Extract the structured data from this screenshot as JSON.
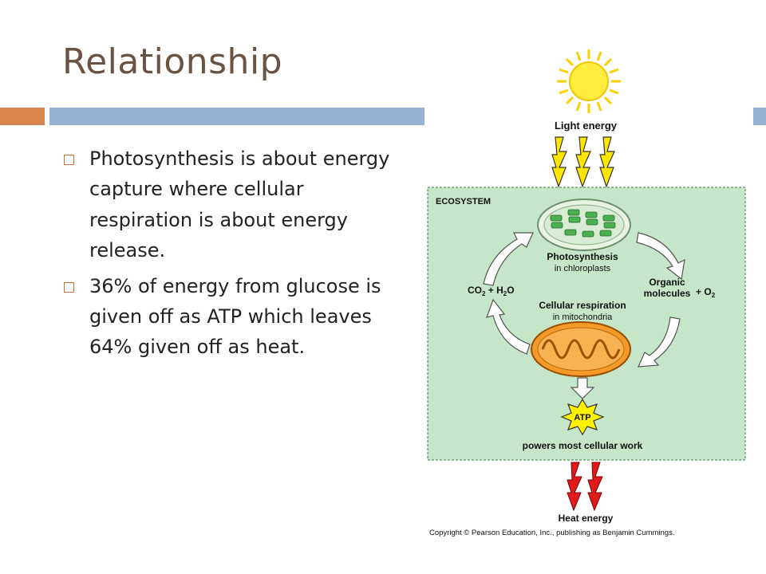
{
  "slide": {
    "title": "Relationship",
    "bullets": [
      "Photosynthesis is about energy capture where cellular respiration is about energy release.",
      "36% of energy from glucose is given off as ATP which leaves 64% given off as heat."
    ]
  },
  "figure": {
    "light_energy": "Light energy",
    "ecosystem": "ECOSYSTEM",
    "photosynthesis": "Photosynthesis",
    "in_chloroplasts": "in chloroplasts",
    "organic": "Organic",
    "molecules": "molecules",
    "o2": "+ O",
    "o2_sub": "2",
    "co2": "CO",
    "co2_sub": "2",
    "plus_h2o": " + H",
    "h2o_sub": "2",
    "h2o_tail": "O",
    "cellular_respiration": "Cellular respiration",
    "in_mitochondria": "in mitochondria",
    "atp": "ATP",
    "powers": "powers most cellular work",
    "heat_energy": "Heat energy",
    "copyright": "Copyright © Pearson Education, Inc., publishing as Benjamin Cummings."
  },
  "colors": {
    "title": "#6b5344",
    "accent_orange": "#d9834d",
    "accent_blue": "#97b1d4",
    "ecosystem_bg": "#c5e6c9",
    "sun": "#ffe600",
    "heat": "#e01b1b"
  }
}
